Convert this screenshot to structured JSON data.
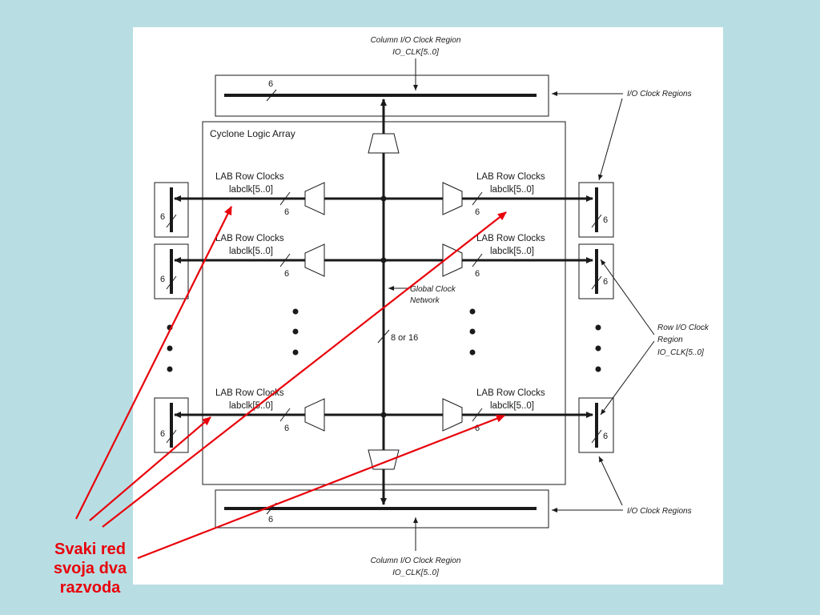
{
  "colors": {
    "background": "#b8dee3",
    "panel": "#ffffff",
    "ink": "#1a1a1a",
    "annotation": "#e8000b"
  },
  "diagram": {
    "top_region_label_1": "Column I/O Clock Region",
    "top_region_label_2": "IO_CLK[5..0]",
    "bottom_region_label_1": "Column I/O Clock Region",
    "bottom_region_label_2": "IO_CLK[5..0]",
    "io_clock_regions_top": "I/O Clock Regions",
    "io_clock_regions_bottom": "I/O Clock Regions",
    "logic_array_title": "Cyclone Logic Array",
    "row_clock_label_1": "LAB Row Clocks",
    "row_clock_label_2": "labclk[5..0]",
    "bus_width": "6",
    "global_clock_label_1": "Global Clock",
    "global_clock_label_2": "Network",
    "global_bus_width": "8 or 16",
    "row_io_label_1": "Row I/O Clock",
    "row_io_label_2": "Region",
    "row_io_label_3": "IO_CLK[5..0]"
  },
  "caption": {
    "line1": "Svaki red",
    "line2": "svoja dva",
    "line3": "razvoda"
  }
}
